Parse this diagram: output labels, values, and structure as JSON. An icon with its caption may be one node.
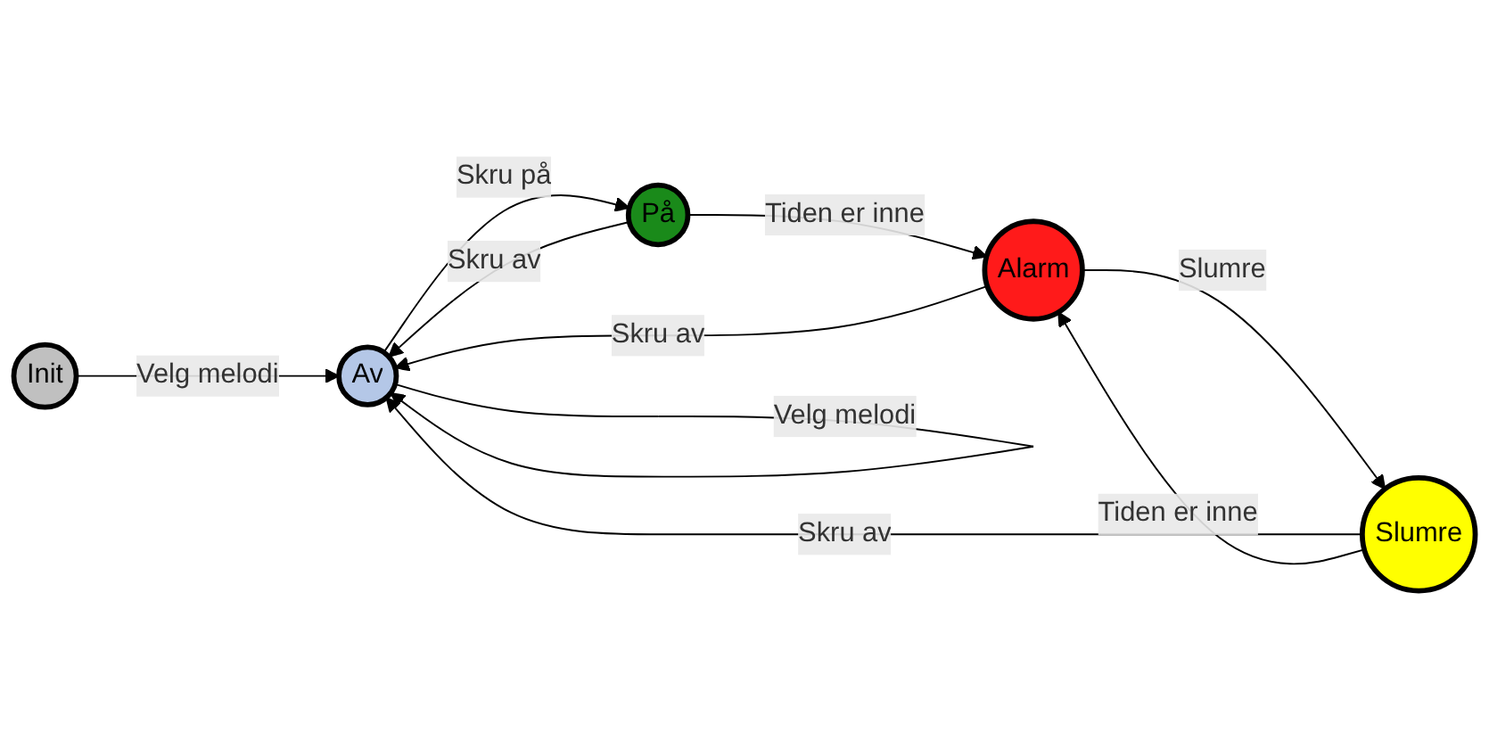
{
  "diagram": {
    "nodes": [
      {
        "text": [
          "Init"
        ]
      },
      {
        "text": [
          "Av"
        ]
      },
      {
        "text": [
          "På"
        ]
      },
      {
        "text": [
          "Slumre"
        ]
      },
      {
        "text": [
          "Alarm"
        ]
      }
    ],
    "edges": [
      {
        "from": 0,
        "to": 1,
        "arrow": "to",
        "label": "Velg melodi"
      },
      {
        "from": 1,
        "to": 1,
        "arrow": "to",
        "label": "Velg melodi"
      },
      {
        "from": 1,
        "to": 2,
        "arrow": "to",
        "label": "Skru på"
      },
      {
        "from": 2,
        "to": 1,
        "arrow": "to",
        "label": "Skru av"
      },
      {
        "from": 2,
        "to": 4,
        "arrow": "to",
        "label": "Tiden er inne"
      },
      {
        "from": 4,
        "to": 1,
        "arrow": "to",
        "label": "Skru av"
      },
      {
        "from": 3,
        "to": 1,
        "arrow": "to",
        "label": "Skru av"
      },
      {
        "from": 3,
        "to": 4,
        "arrow": "to",
        "label": "Tiden er inne"
      },
      {
        "from": 4,
        "to": 3,
        "arrow": "to",
        "label": "Slumre"
      }
    ]
  }
}
